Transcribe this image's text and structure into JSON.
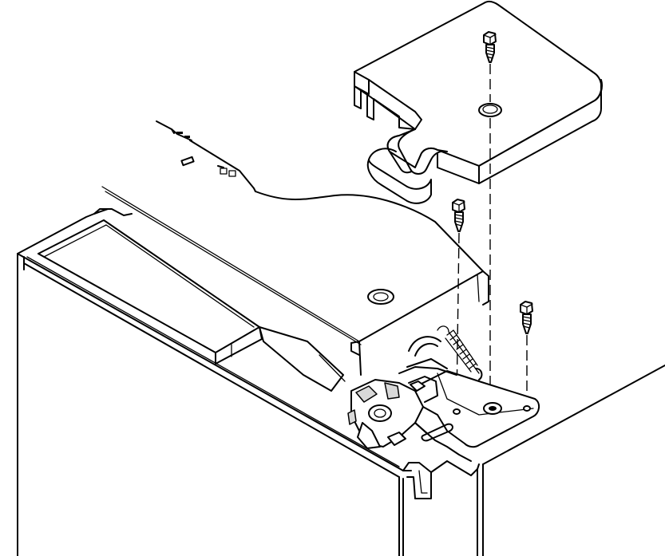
{
  "figure": {
    "parts": [
      "hinge-cover",
      "cover-screw",
      "hinge-screw-left",
      "hinge-screw-right",
      "hinge-plate",
      "hinge-spring",
      "cabinet-top-panel",
      "door-body",
      "side-panel"
    ],
    "line_color": "#000000",
    "background": "#ffffff"
  }
}
